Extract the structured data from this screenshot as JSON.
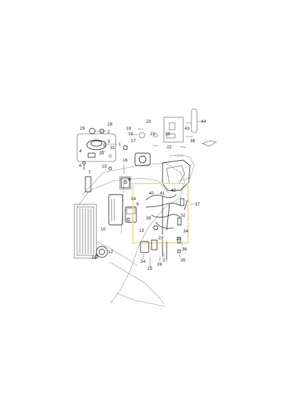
{
  "diagram": {
    "highlight_color": "#e8dc8a",
    "part_numbers": [
      "1",
      "2",
      "3",
      "4",
      "5",
      "6",
      "7",
      "8",
      "9",
      "10",
      "11",
      "12",
      "13",
      "14",
      "15",
      "16",
      "17",
      "18",
      "19",
      "20",
      "21",
      "22",
      "23",
      "24",
      "25",
      "26",
      "27",
      "28",
      "29",
      "30",
      "31",
      "32",
      "33",
      "34",
      "35",
      "36",
      "37",
      "38",
      "39",
      "40",
      "41",
      "42",
      "43",
      "44"
    ]
  }
}
